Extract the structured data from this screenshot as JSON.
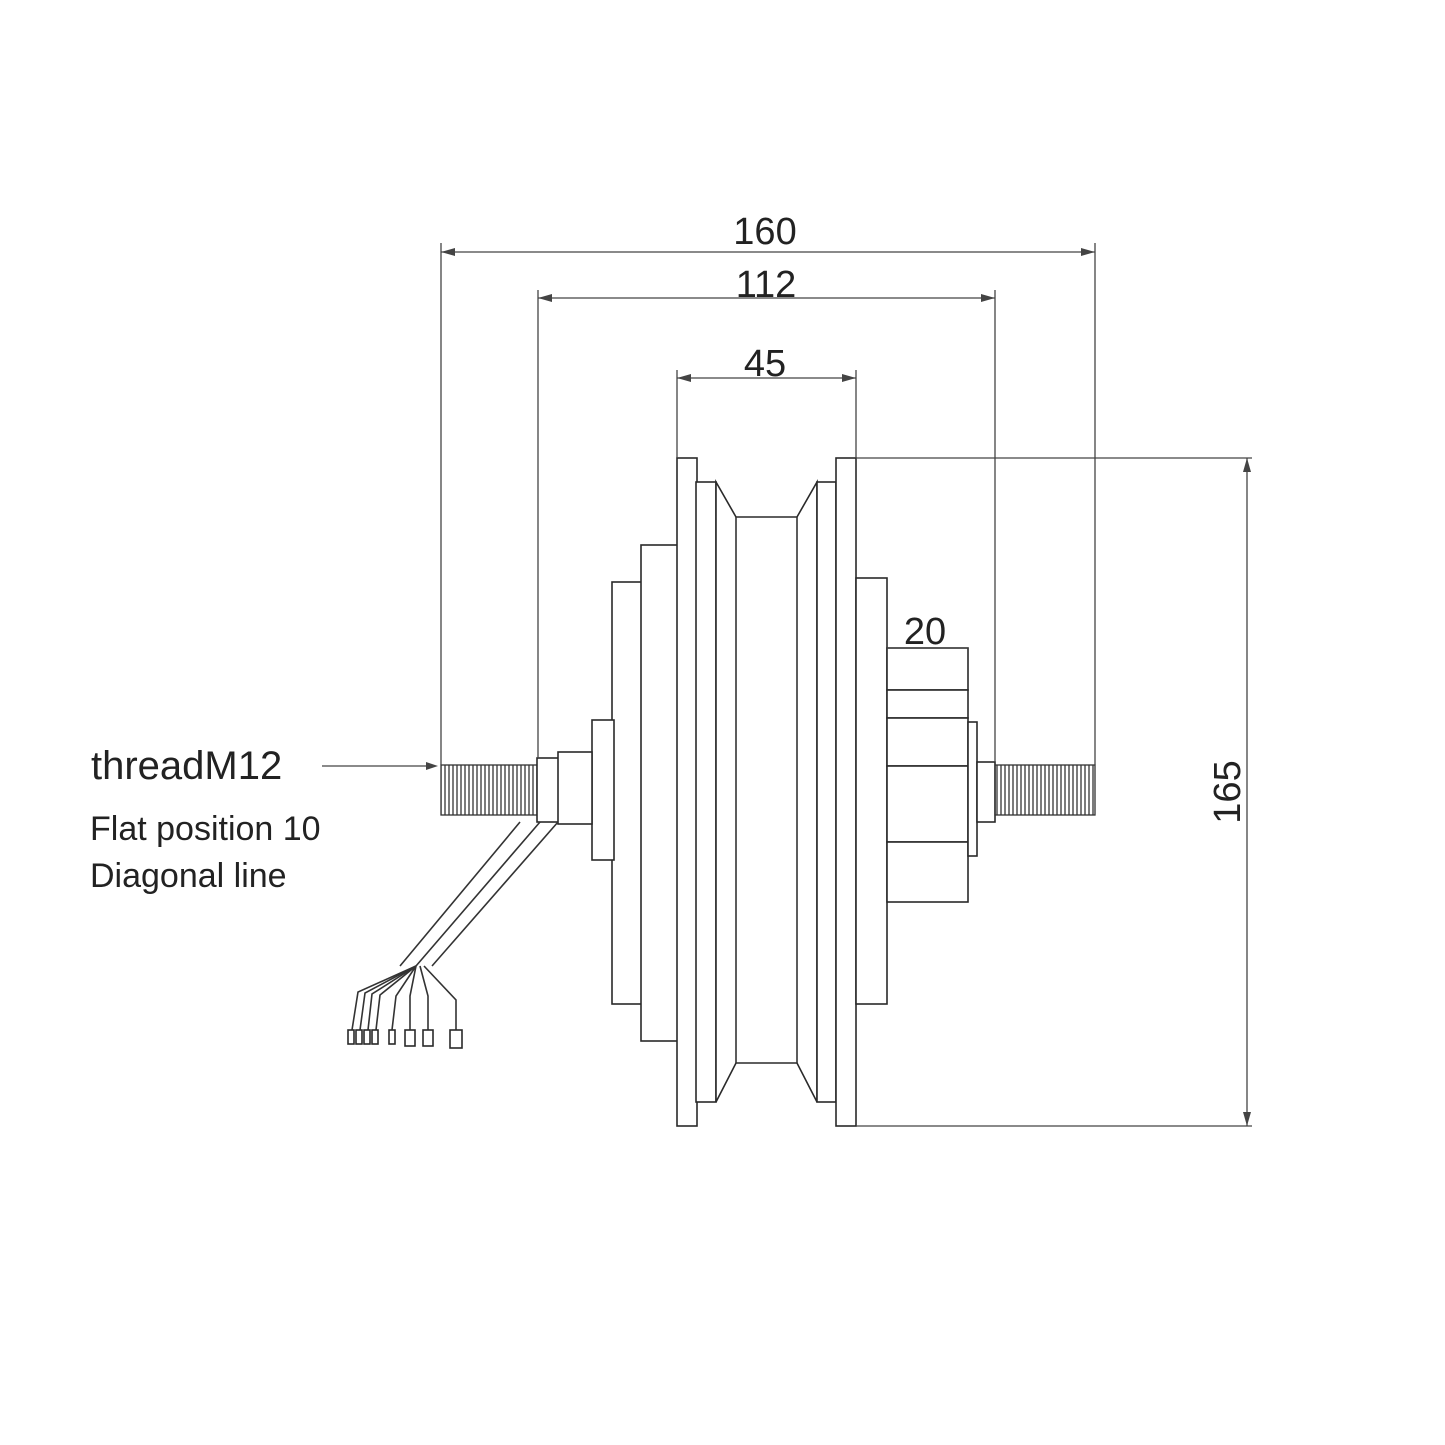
{
  "dimensions": {
    "overall_width": "160",
    "inner_width": "112",
    "rim_width": "45",
    "side_width": "20",
    "height": "165"
  },
  "notes": {
    "thread": "threadM12",
    "flat_position": "Flat position 10",
    "diagonal_line": "Diagonal line"
  }
}
